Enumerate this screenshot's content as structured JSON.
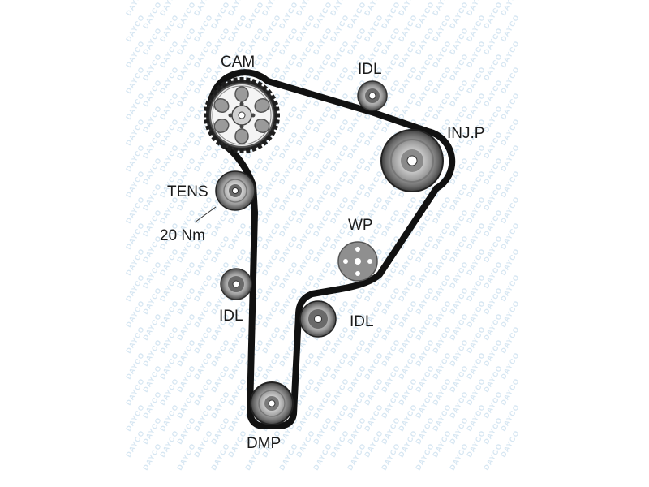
{
  "diagram": {
    "labels": {
      "cam": "CAM",
      "idl_top": "IDL",
      "injp": "INJ.P",
      "tens": "TENS",
      "torque": "20 Nm",
      "wp": "WP",
      "idl_left": "IDL",
      "idl_right": "IDL",
      "dmp": "DMP"
    },
    "watermark": "DAYCO",
    "colors": {
      "belt": "#111111",
      "pulley_dark": "#3a3a3a",
      "pulley_mid": "#8c8c8c",
      "pulley_light": "#d9d9d9",
      "watermark": "#d6e6f2"
    }
  }
}
